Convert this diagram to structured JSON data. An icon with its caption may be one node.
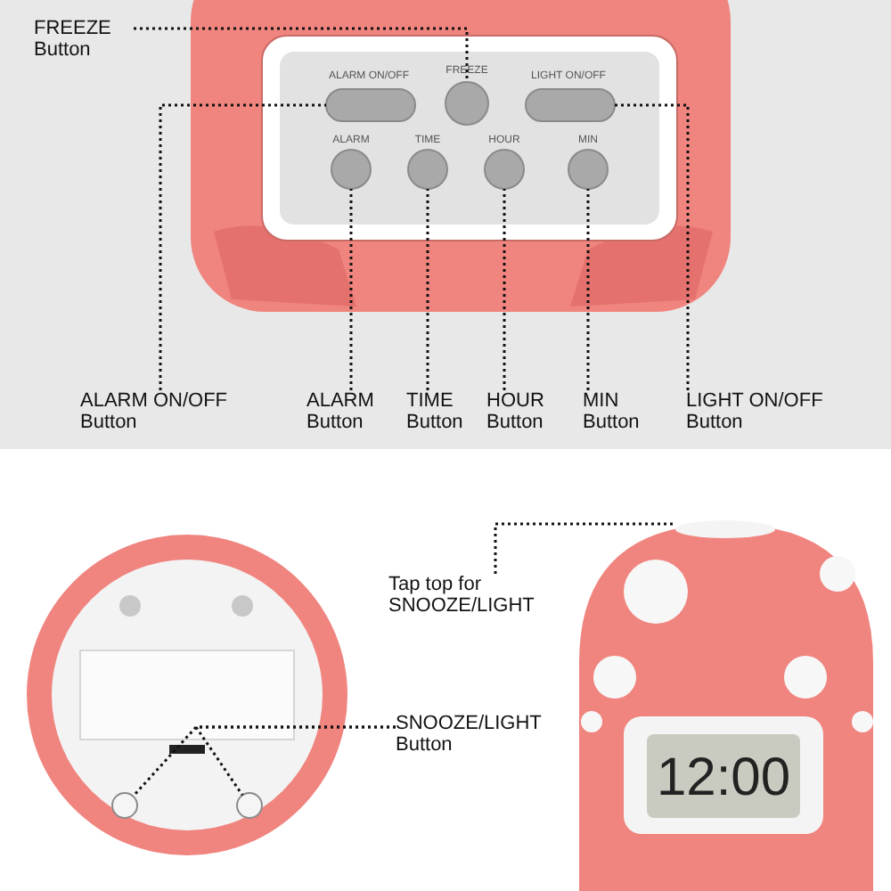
{
  "diagram": {
    "nodes": [
      {
        "text": [
          "FREEZE Button"
        ]
      },
      {
        "text": [],
        "shape": "circle"
      },
      {
        "text": [
          "ALARM ON/OFF Button"
        ]
      },
      {
        "text": [],
        "shape": "box"
      },
      {
        "text": [
          "ALARM Button"
        ]
      },
      {
        "text": [],
        "shape": "circle"
      },
      {
        "text": [
          "TIME Button"
        ]
      },
      {
        "text": [],
        "shape": "circle"
      },
      {
        "text": [
          "HOUR Button"
        ]
      },
      {
        "text": [],
        "shape": "circle"
      },
      {
        "text": [
          "MIN Button"
        ]
      },
      {
        "text": [],
        "shape": "circle"
      },
      {
        "text": [
          "LIGHT ON/OFF Button"
        ]
      },
      {
        "text": [],
        "shape": "box"
      },
      {
        "text": [
          "Tap top for SNOOZE/LIGHT"
        ]
      },
      {
        "text": [],
        "shape": "ellipse"
      },
      {
        "text": [
          "SNOOZE/LIGHT Button"
        ]
      },
      {
        "text": [],
        "shape": "circle"
      },
      {
        "text": [],
        "shape": "circle"
      }
    ],
    "edges": [
      {
        "from": 0,
        "to": 1,
        "arrow": "none",
        "style": "dashed"
      },
      {
        "from": 2,
        "to": 3,
        "arrow": "none",
        "style": "dashed"
      },
      {
        "from": 4,
        "to": 5,
        "arrow": "none",
        "style": "dashed"
      },
      {
        "from": 6,
        "to": 7,
        "arrow": "none",
        "style": "dashed"
      },
      {
        "from": 8,
        "to": 9,
        "arrow": "none",
        "style": "dashed"
      },
      {
        "from": 10,
        "to": 11,
        "arrow": "none",
        "style": "dashed"
      },
      {
        "from": 12,
        "to": 13,
        "arrow": "none",
        "style": "dashed"
      },
      {
        "from": 14,
        "to": 15,
        "arrow": "none",
        "style": "dashed"
      },
      {
        "from": 16,
        "to": 17,
        "arrow": "none",
        "style": "dashed"
      },
      {
        "from": 16,
        "to": 18,
        "arrow": "none",
        "style": "dashed"
      }
    ],
    "labels": [
      "ALARM ON/OFF",
      "FREEZE",
      "LIGHT ON/OFF",
      "ALARM",
      "TIME",
      "HOUR",
      "MIN",
      "12:00"
    ]
  }
}
